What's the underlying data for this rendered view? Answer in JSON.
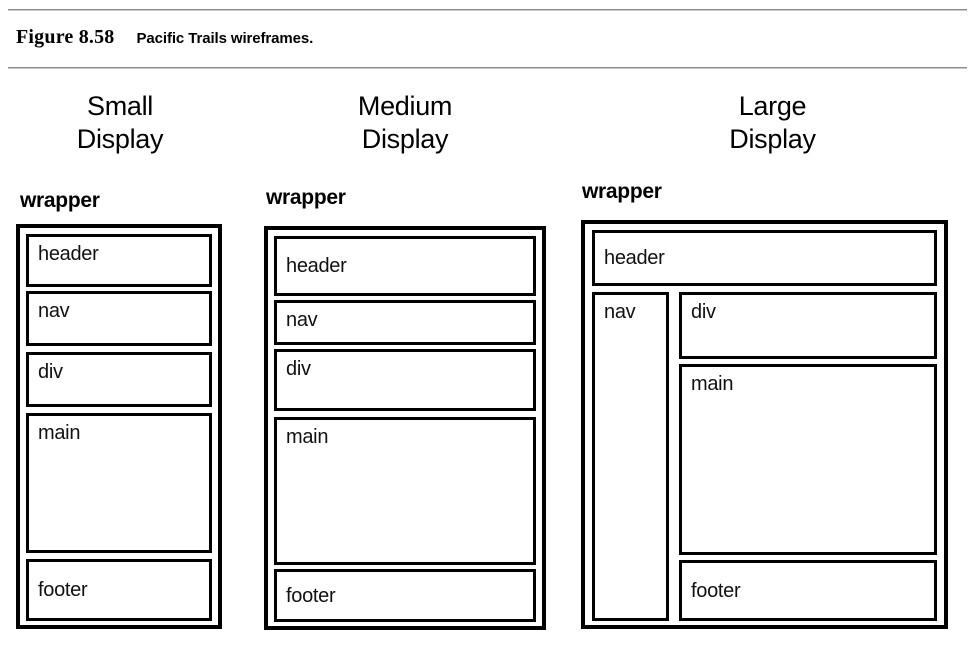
{
  "figure": {
    "label": "Figure 8.58",
    "caption": "Pacific Trails wireframes.",
    "divider_color": "#9a9a9a",
    "ink_color": "#000000",
    "background": "#ffffff"
  },
  "columns": [
    {
      "id": "small",
      "title_line1": "Small",
      "title_line2": "Display",
      "wrapper_label": "wrapper",
      "boxes": [
        {
          "id": "header",
          "label": "header"
        },
        {
          "id": "nav",
          "label": "nav"
        },
        {
          "id": "div",
          "label": "div"
        },
        {
          "id": "main",
          "label": "main"
        },
        {
          "id": "footer",
          "label": "footer"
        }
      ]
    },
    {
      "id": "medium",
      "title_line1": "Medium",
      "title_line2": "Display",
      "wrapper_label": "wrapper",
      "boxes": [
        {
          "id": "header",
          "label": "header"
        },
        {
          "id": "nav",
          "label": "nav"
        },
        {
          "id": "div",
          "label": "div"
        },
        {
          "id": "main",
          "label": "main"
        },
        {
          "id": "footer",
          "label": "footer"
        }
      ]
    },
    {
      "id": "large",
      "title_line1": "Large",
      "title_line2": "Display",
      "wrapper_label": "wrapper",
      "boxes": [
        {
          "id": "header",
          "label": "header"
        },
        {
          "id": "nav",
          "label": "nav"
        },
        {
          "id": "div",
          "label": "div"
        },
        {
          "id": "main",
          "label": "main"
        },
        {
          "id": "footer",
          "label": "footer"
        }
      ]
    }
  ]
}
